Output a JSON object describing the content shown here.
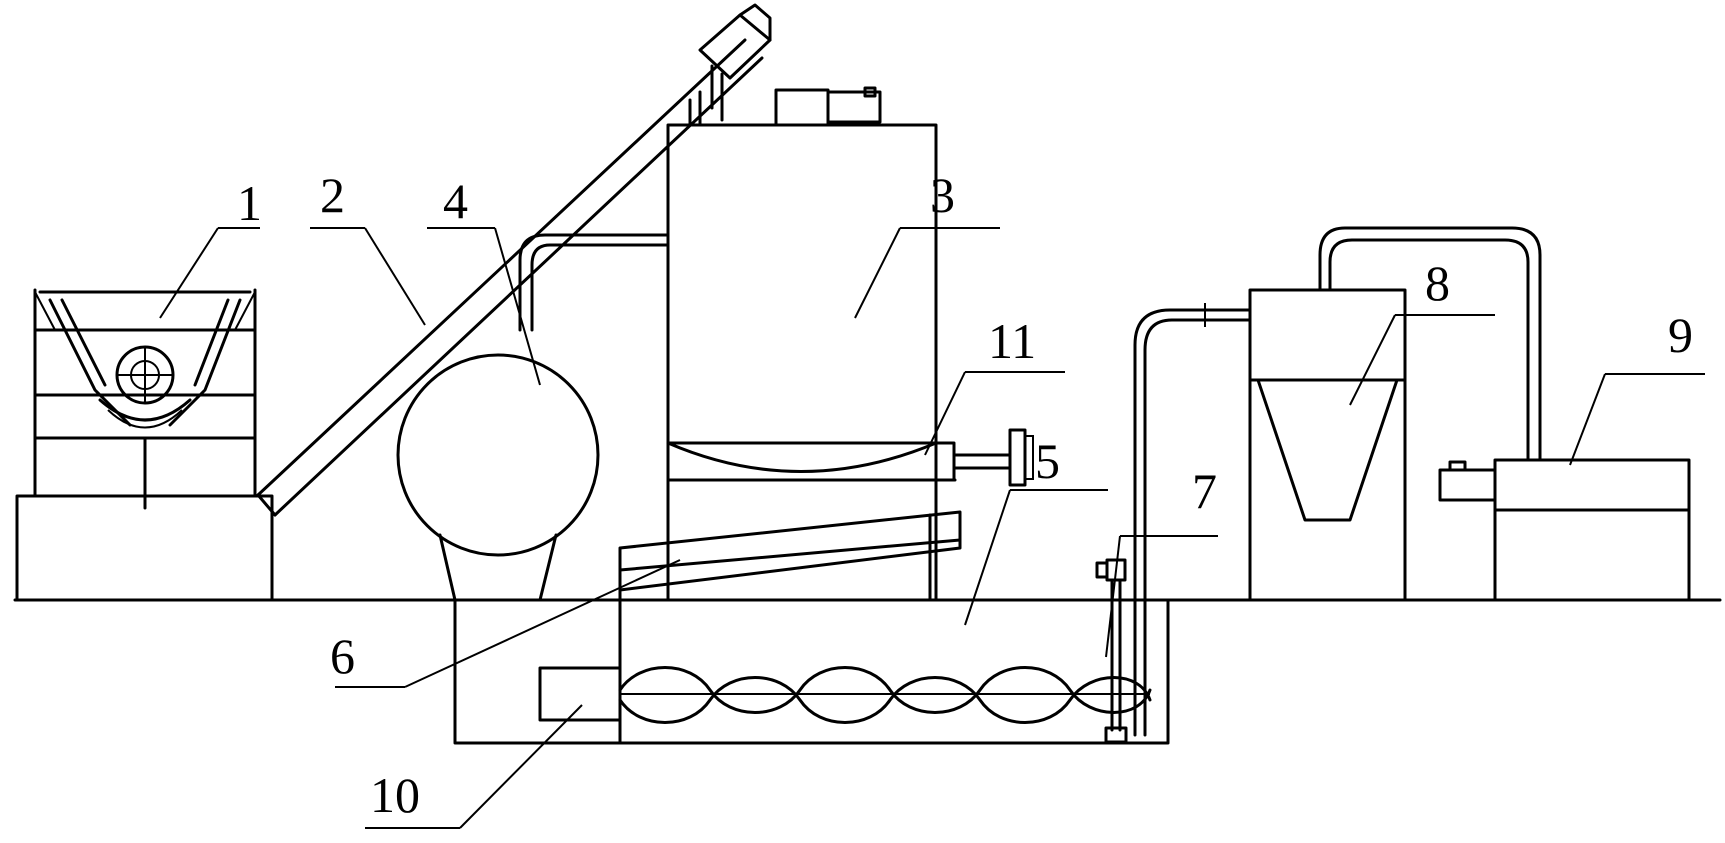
{
  "labels": {
    "l1": "1",
    "l2": "2",
    "l3": "3",
    "l4": "4",
    "l5": "5",
    "l6": "6",
    "l7": "7",
    "l8": "8",
    "l9": "9",
    "l10": "10",
    "l11": "11"
  },
  "colors": {
    "stroke": "#000000",
    "background": "#ffffff"
  }
}
